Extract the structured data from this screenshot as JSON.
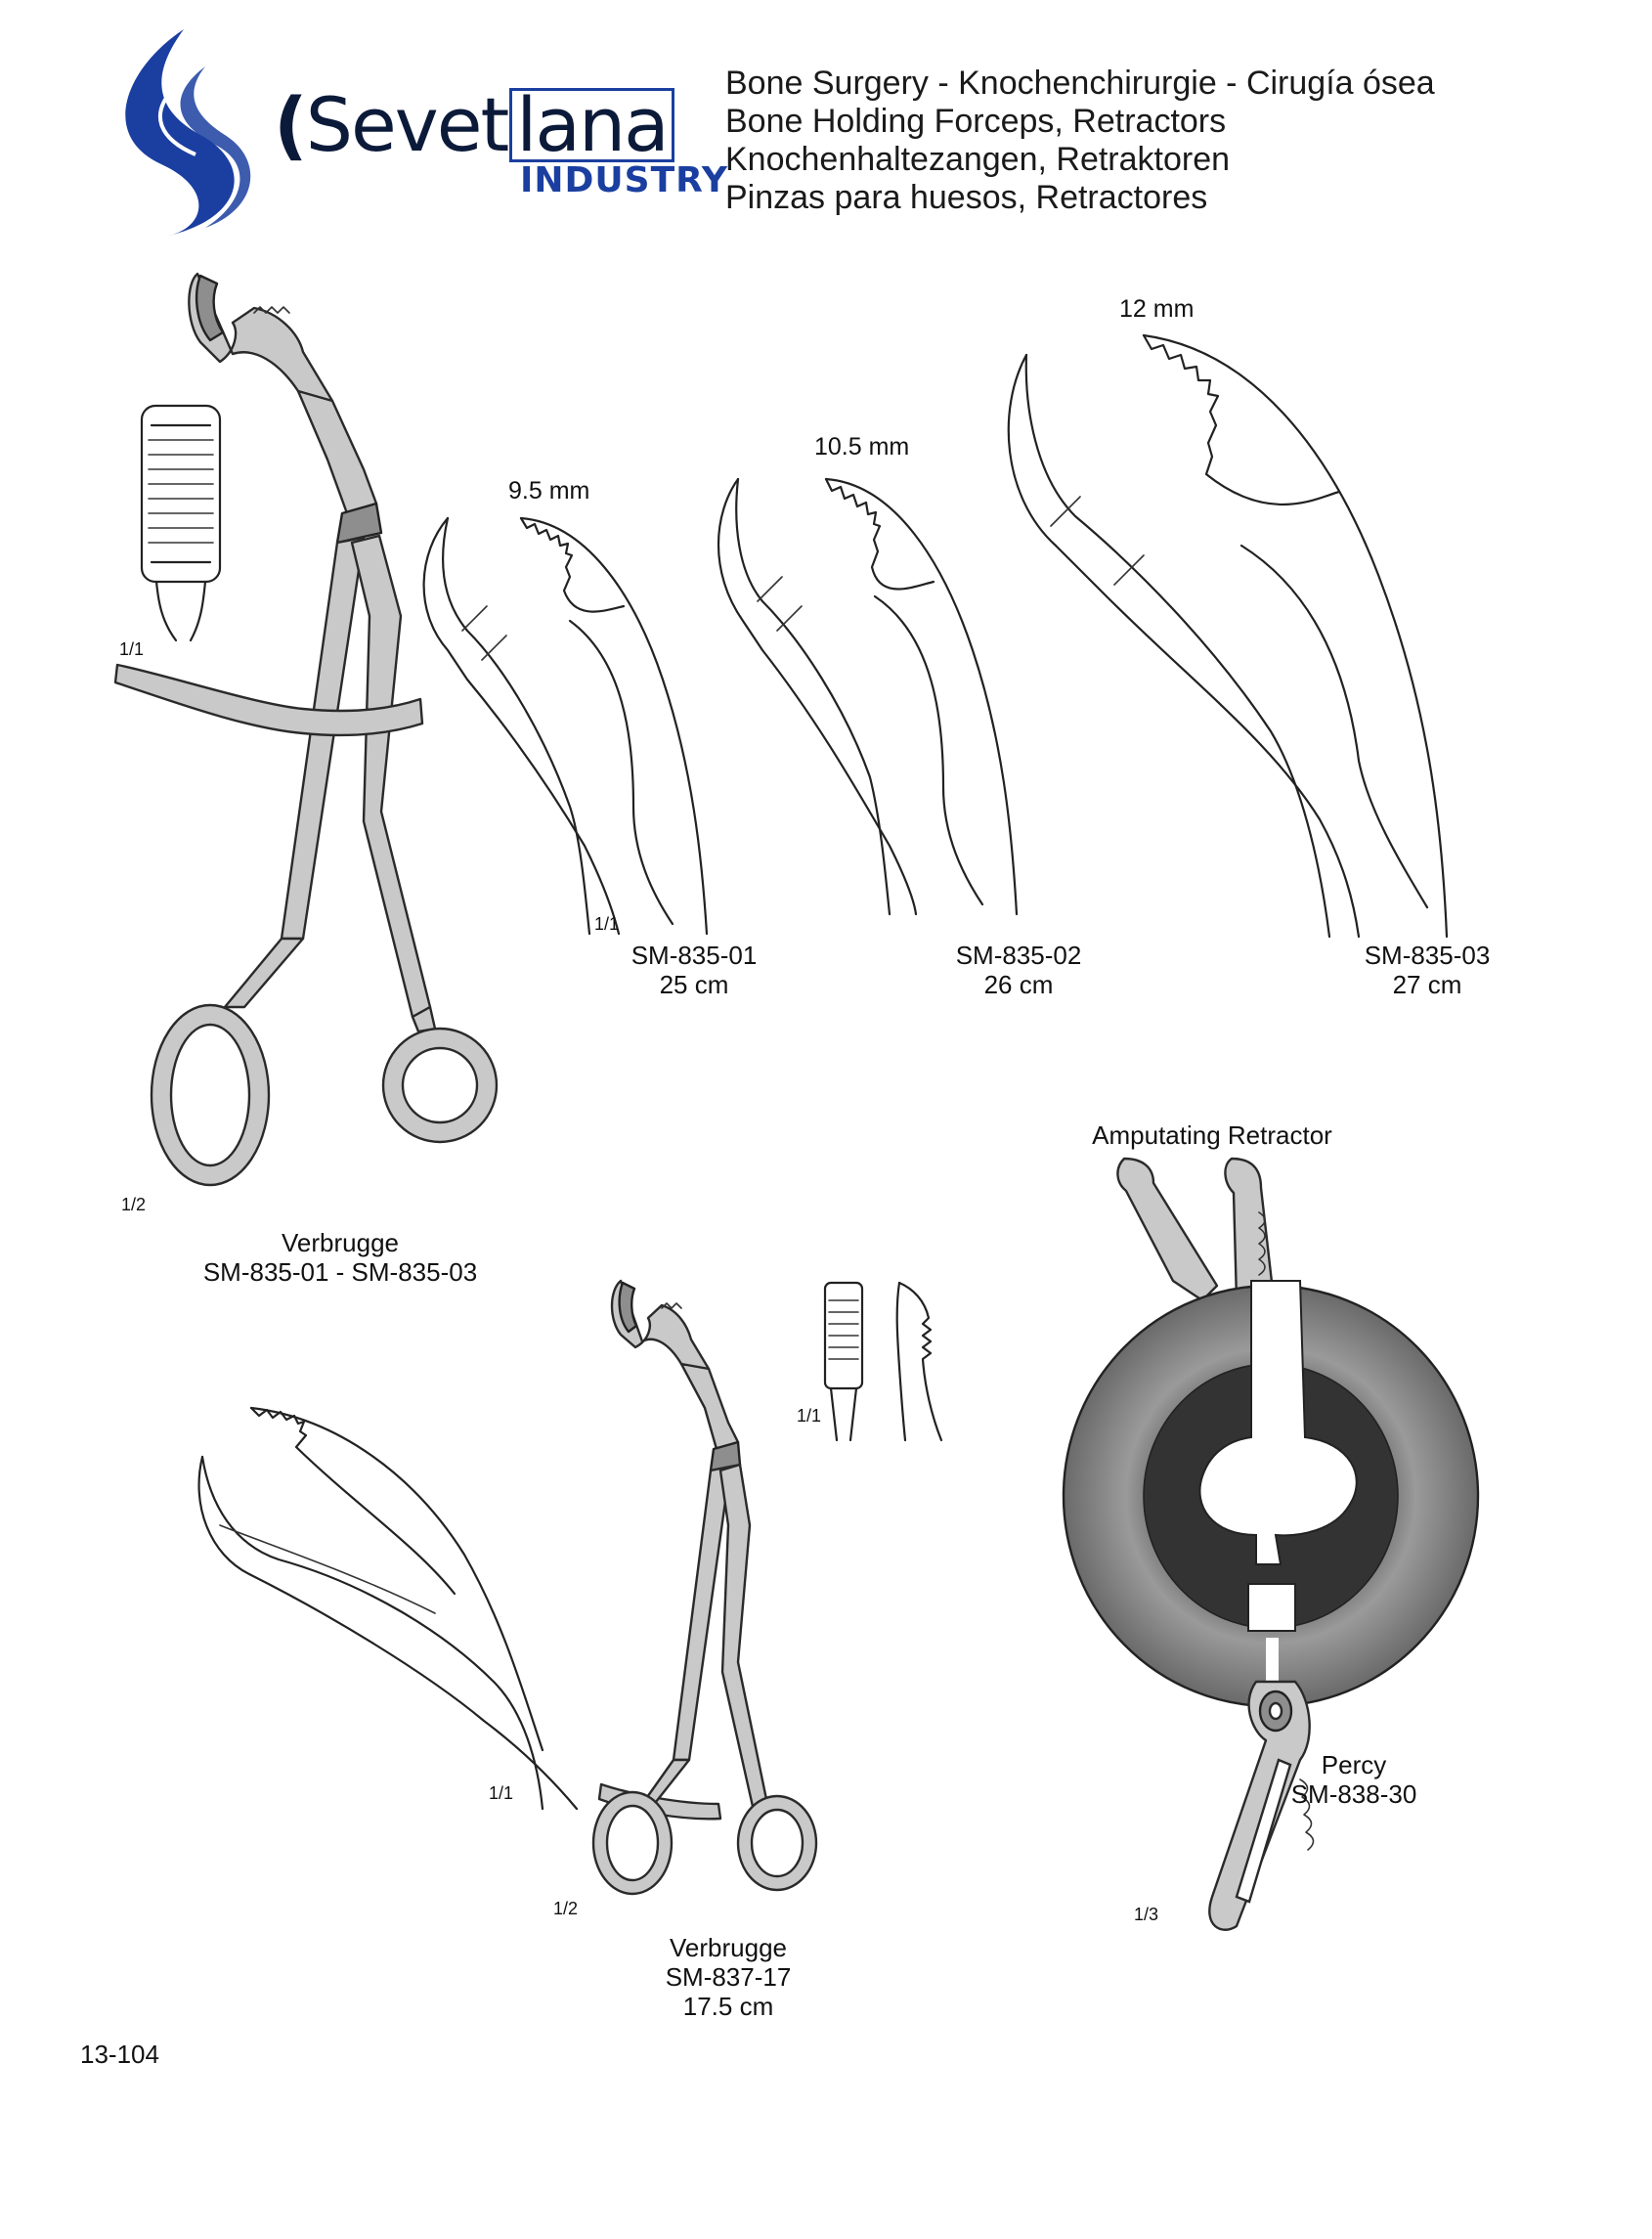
{
  "brand": {
    "name": "Sevetlana",
    "name_part1": "Sevet",
    "name_part2": "lana",
    "sub": "INDUSTRY",
    "colors": {
      "primary": "#1b3fa0",
      "dark": "#0c1a3a"
    }
  },
  "header": {
    "lines": [
      "Bone Surgery  -  Knochenchirurgie  -  Cirugía ósea",
      "Bone Holding Forceps, Retractors",
      "Knochenhaltezangen, Retraktoren",
      "Pinzas para huesos, Retractores"
    ]
  },
  "scales": {
    "main_tip": "1/1",
    "main_forceps": "1/2",
    "jaws": "1/1",
    "small_tip": "1/1",
    "small_outline": "1/1",
    "small_forceps": "1/2",
    "retractor": "1/3"
  },
  "jaws": [
    {
      "dim": "9.5 mm",
      "code": "SM-835-01",
      "length": "25 cm"
    },
    {
      "dim": "10.5 mm",
      "code": "SM-835-02",
      "length": "26 cm"
    },
    {
      "dim": "12 mm",
      "code": "SM-835-03",
      "length": "27 cm"
    }
  ],
  "products": {
    "verbrugge_large": {
      "name": "Verbrugge",
      "codes": "SM-835-01  -  SM-835-03"
    },
    "verbrugge_small": {
      "name": "Verbrugge",
      "code": "SM-837-17",
      "length": "17.5 cm"
    },
    "retractor": {
      "title": "Amputating Retractor",
      "name": "Percy",
      "code": "SM-838-30"
    }
  },
  "page_number": "13-104"
}
